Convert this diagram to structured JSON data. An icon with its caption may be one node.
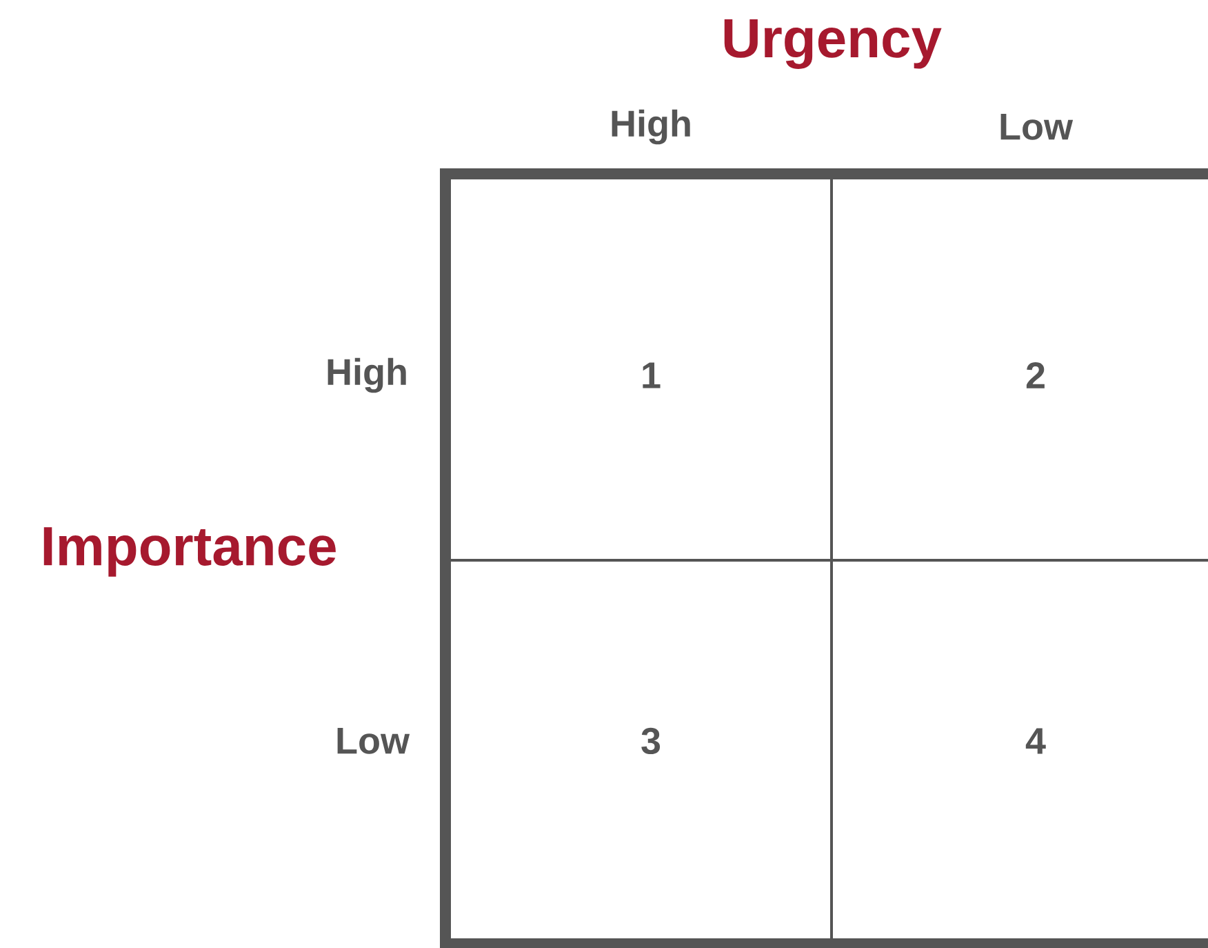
{
  "diagram": {
    "nodes": [
      {
        "text": [
          "1"
        ]
      },
      {
        "text": [
          "2"
        ]
      },
      {
        "text": [
          "3"
        ]
      },
      {
        "text": [
          "4"
        ]
      }
    ],
    "labels": [
      "Urgency",
      "High",
      "Low",
      "High",
      "Importance",
      "Low"
    ]
  }
}
